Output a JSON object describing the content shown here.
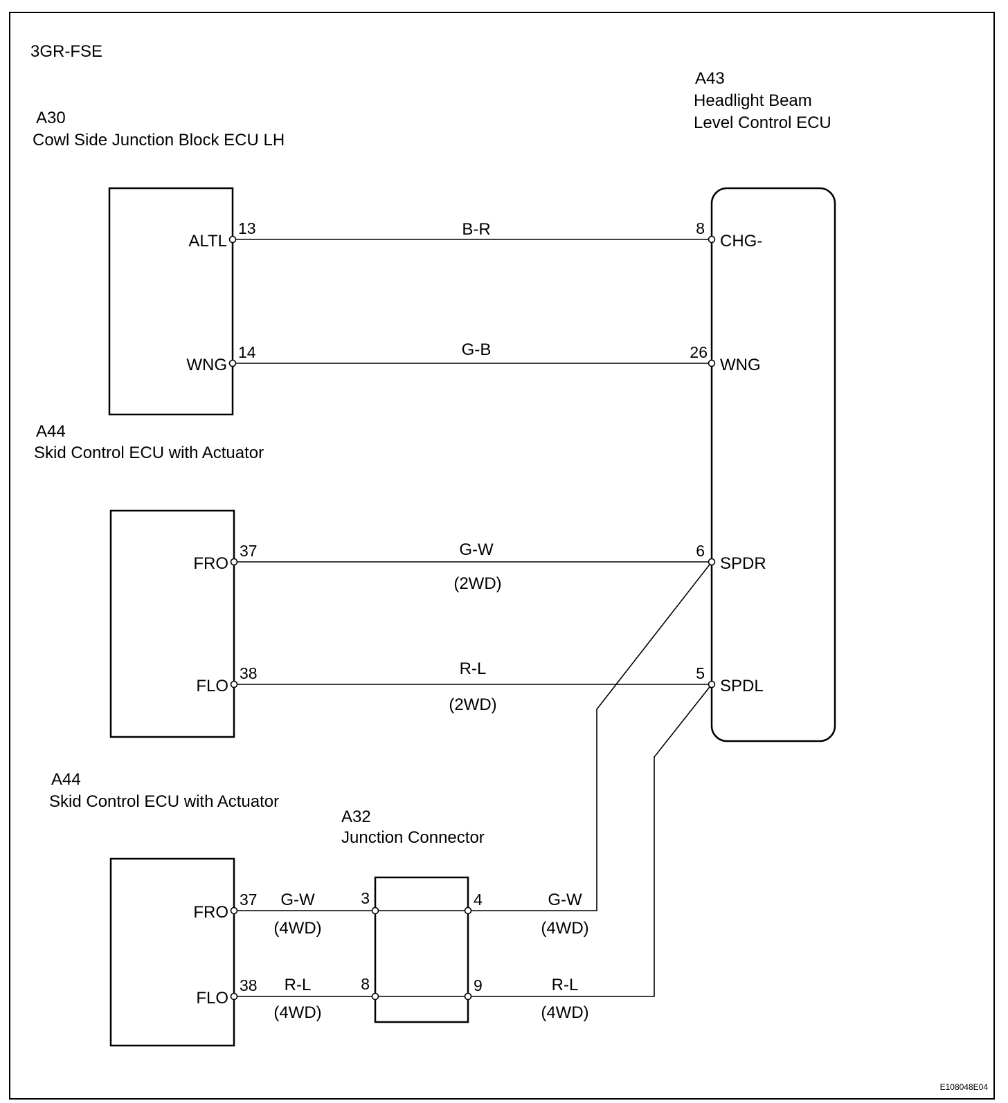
{
  "engine": "3GR-FSE",
  "doc_code": "E108048E04",
  "components": {
    "a30": {
      "id": "A30",
      "name": "Cowl Side Junction Block ECU LH",
      "pins": [
        {
          "num": "13",
          "name": "ALTL"
        },
        {
          "num": "14",
          "name": "WNG"
        }
      ]
    },
    "a43": {
      "id": "A43",
      "name_line1": "Headlight Beam",
      "name_line2": "Level Control ECU",
      "pins": [
        {
          "num": "8",
          "name": "CHG-"
        },
        {
          "num": "26",
          "name": "WNG"
        },
        {
          "num": "6",
          "name": "SPDR"
        },
        {
          "num": "5",
          "name": "SPDL"
        }
      ]
    },
    "a44_2wd": {
      "id": "A44",
      "name": "Skid Control ECU with Actuator",
      "pins": [
        {
          "num": "37",
          "name": "FRO"
        },
        {
          "num": "38",
          "name": "FLO"
        }
      ]
    },
    "a44_4wd": {
      "id": "A44",
      "name": "Skid Control ECU with Actuator",
      "pins": [
        {
          "num": "37",
          "name": "FRO"
        },
        {
          "num": "38",
          "name": "FLO"
        }
      ]
    },
    "a32": {
      "id": "A32",
      "name": "Junction Connector",
      "pins": [
        {
          "num": "3"
        },
        {
          "num": "4"
        },
        {
          "num": "8"
        },
        {
          "num": "9"
        }
      ]
    }
  },
  "wires": {
    "w1": {
      "color": "B-R"
    },
    "w2": {
      "color": "G-B"
    },
    "w3": {
      "color": "G-W",
      "variant": "(2WD)"
    },
    "w4": {
      "color": "R-L",
      "variant": "(2WD)"
    },
    "w5": {
      "color": "G-W",
      "variant": "(4WD)"
    },
    "w6": {
      "color": "G-W",
      "variant": "(4WD)"
    },
    "w7": {
      "color": "R-L",
      "variant": "(4WD)"
    },
    "w8": {
      "color": "R-L",
      "variant": "(4WD)"
    }
  }
}
